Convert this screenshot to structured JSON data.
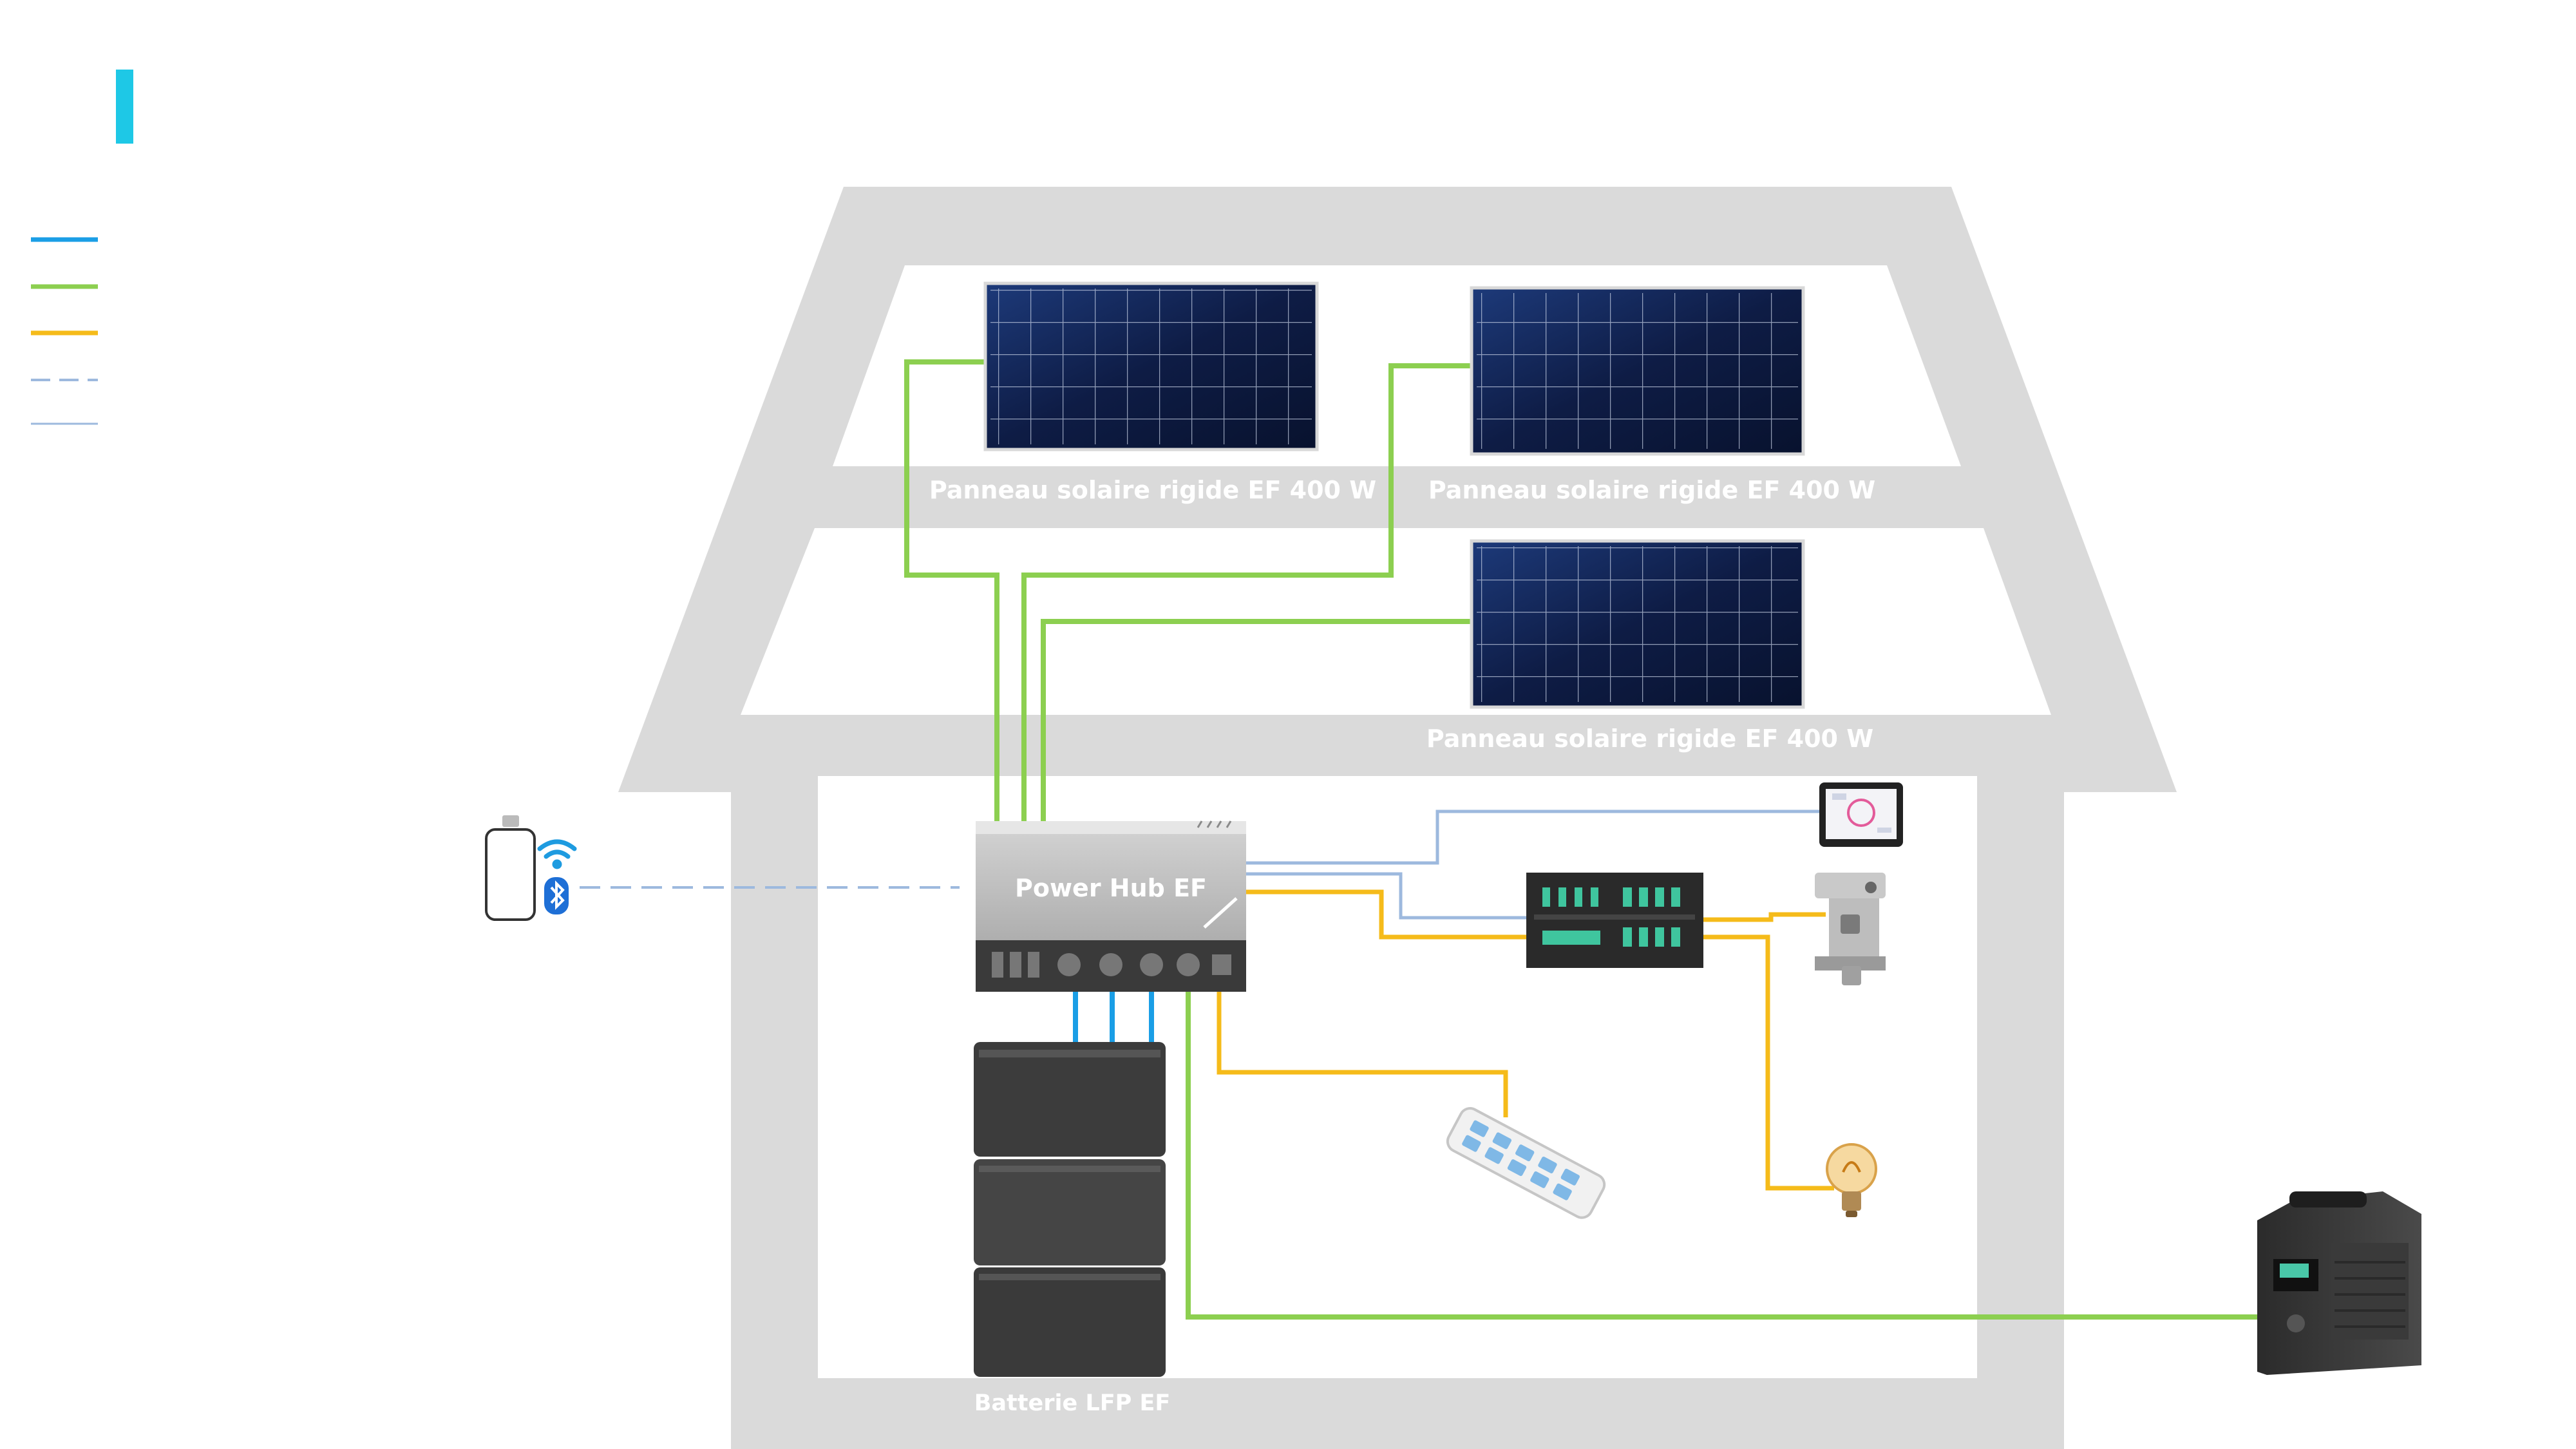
{
  "colors": {
    "house": "#dadada",
    "accent_cyan": "#1ec8e6",
    "battery_link": "#1a9ee6",
    "solar_link": "#8ccf50",
    "ac_link": "#f5bb1a",
    "data_link": "#9db9de",
    "label_text": "#ffffff"
  },
  "labels": {
    "solar_panel_1": "Panneau solaire rigide EF 400 W",
    "solar_panel_2": "Panneau solaire rigide EF 400 W",
    "solar_panel_3": "Panneau solaire rigide EF 400 W",
    "power_hub": "Power Hub EF",
    "battery": "Batterie LFP EF"
  },
  "legend": [
    {
      "style": "solid",
      "color": "#1a9ee6",
      "label": ""
    },
    {
      "style": "solid",
      "color": "#8ccf50",
      "label": ""
    },
    {
      "style": "solid",
      "color": "#f5bb1a",
      "label": ""
    },
    {
      "style": "dashed",
      "color": "#9db9de",
      "label": ""
    },
    {
      "style": "solid",
      "color": "#9db9de",
      "label": ""
    }
  ],
  "icons": {
    "solar_panel": "solar-panel-icon",
    "power_hub": "power-hub-icon",
    "battery": "battery-stack-icon",
    "phone": "smartphone-icon",
    "wifi": "wifi-icon",
    "bluetooth": "bluetooth-icon",
    "smart_panel": "smart-panel-icon",
    "distribution_panel": "distribution-panel-icon",
    "coffee_machine": "coffee-machine-icon",
    "power_strip": "power-strip-icon",
    "light_bulb": "light-bulb-icon",
    "generator": "generator-icon"
  }
}
